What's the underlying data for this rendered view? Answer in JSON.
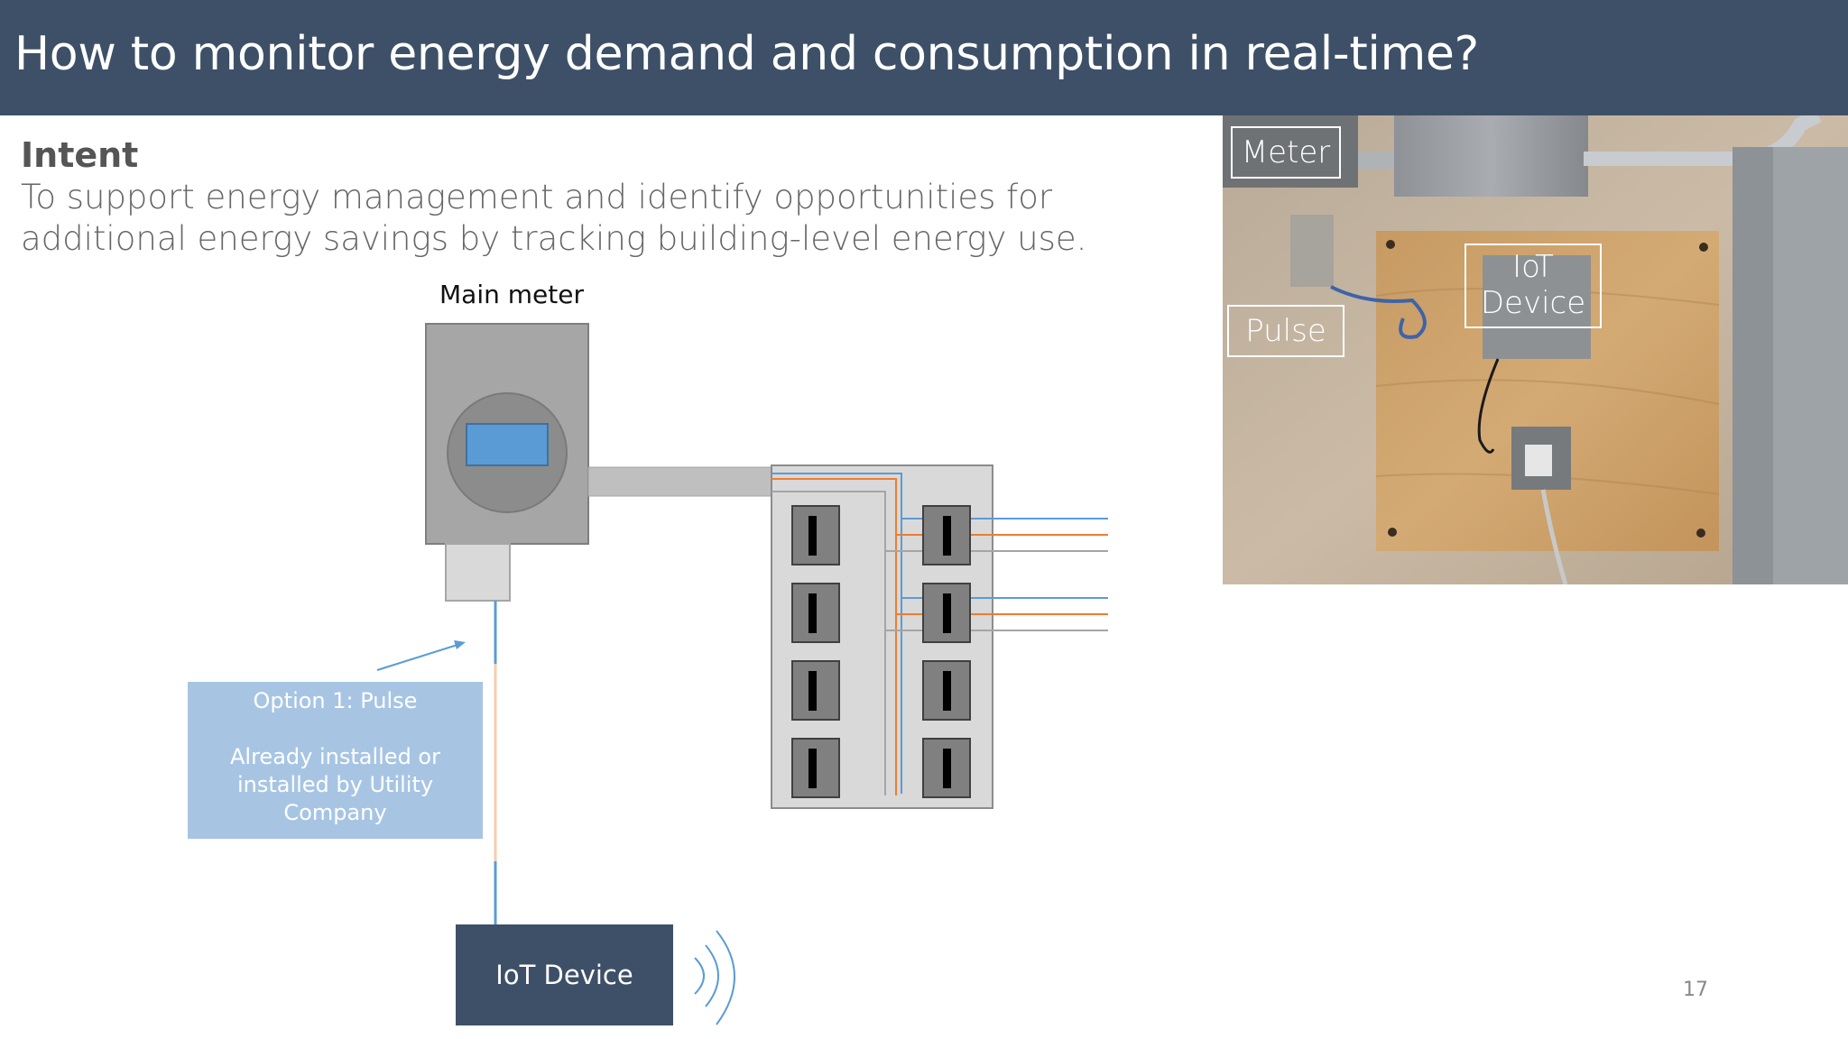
{
  "header": {
    "title": "How to monitor energy demand and consumption in real-time?"
  },
  "intent": {
    "heading": "Intent",
    "body": "To support energy management and identify opportunities for additional energy savings by tracking building-level energy use."
  },
  "diagram": {
    "main_meter_label": "Main meter",
    "callout": {
      "line1": "Option 1: Pulse",
      "line2": "Already installed or installed by Utility Company"
    },
    "iot_device_label": "IoT Device"
  },
  "photo": {
    "labels": {
      "meter": "Meter",
      "iot_line1": "IoT",
      "iot_line2": "Device",
      "pulse": "Pulse"
    }
  },
  "page_number": "17",
  "colors": {
    "header_bg": "#3e5067",
    "callout_bg": "#a7c5e3",
    "wire_blue": "#5b9bd5",
    "wire_orange": "#ed7d31",
    "wire_gray": "#a5a5a5"
  }
}
